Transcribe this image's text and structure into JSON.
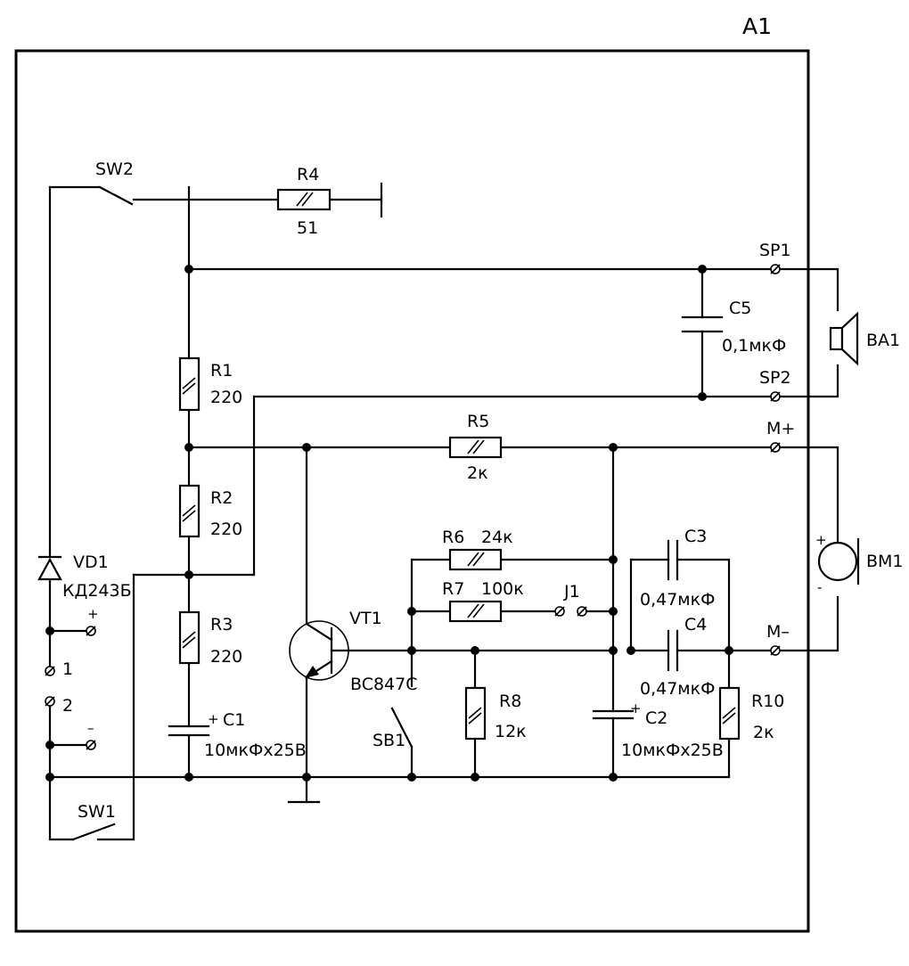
{
  "block_label": "A1",
  "components": {
    "R1": {
      "ref": "R1",
      "value": "220"
    },
    "R2": {
      "ref": "R2",
      "value": "220"
    },
    "R3": {
      "ref": "R3",
      "value": "220"
    },
    "R4": {
      "ref": "R4",
      "value": "51"
    },
    "R5": {
      "ref": "R5",
      "value": "2к"
    },
    "R6": {
      "ref": "R6",
      "value": "24к"
    },
    "R7": {
      "ref": "R7",
      "value": "100к"
    },
    "R8": {
      "ref": "R8",
      "value": "12к"
    },
    "R10": {
      "ref": "R10",
      "value": "2к"
    },
    "C1": {
      "ref": "C1",
      "value": "10мкФх25В"
    },
    "C2": {
      "ref": "C2",
      "value": "10мкФх25В"
    },
    "C3": {
      "ref": "C3",
      "value": "0,47мкФ"
    },
    "C4": {
      "ref": "C4",
      "value": "0,47мкФ"
    },
    "C5": {
      "ref": "C5",
      "value": "0,1мкФ"
    },
    "VD1": {
      "ref": "VD1",
      "value": "КД243Б"
    },
    "VT1": {
      "ref": "VT1",
      "value": "BC847C"
    },
    "SW1": {
      "ref": "SW1"
    },
    "SW2": {
      "ref": "SW2"
    },
    "SB1": {
      "ref": "SB1"
    },
    "J1": {
      "ref": "J1"
    },
    "BA1": {
      "ref": "BA1"
    },
    "BM1": {
      "ref": "BM1"
    }
  },
  "terminals": {
    "SP1": "SP1",
    "SP2": "SP2",
    "Mplus": "M+",
    "Mminus": "M–",
    "t1": "1",
    "t2": "2"
  },
  "polarity": {
    "plus": "+",
    "minus": "–",
    "bm_minus": "-"
  }
}
